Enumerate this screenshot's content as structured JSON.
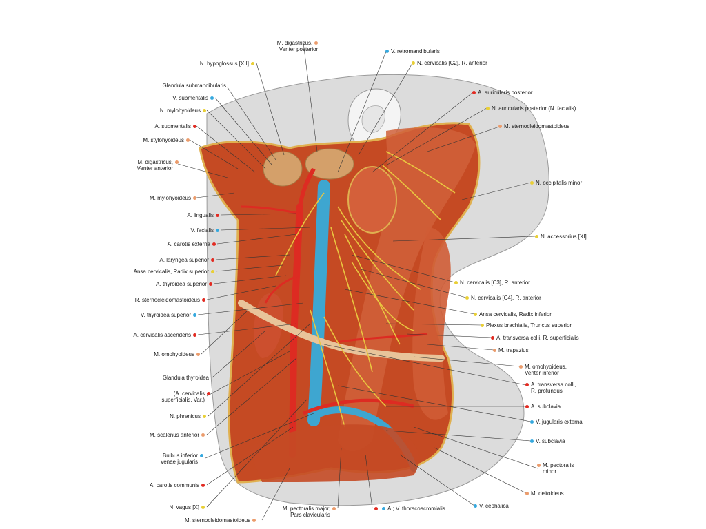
{
  "colors": {
    "artery": "#e22b22",
    "vein": "#35a8de",
    "nerve": "#e9cf35",
    "muscle": "#eb9c6c",
    "muscle_fill": "#c9532a",
    "skin": "#d9d9d9",
    "gland": "#d4a06a"
  },
  "labels_left": [
    {
      "text": "N. hypoglossus [XII]",
      "type": "nerve"
    },
    {
      "text": "Glandula submandibularis",
      "type": "none"
    },
    {
      "text": "V. submentalis",
      "type": "vein"
    },
    {
      "text": "N. mylohyoideus",
      "type": "nerve"
    },
    {
      "text": "A. submentalis",
      "type": "artery"
    },
    {
      "text": "M. stylohyoideus",
      "type": "muscle"
    },
    {
      "text": "M. digastricus,",
      "text2": "Venter anterior",
      "type": "muscle"
    },
    {
      "text": "M. mylohyoideus",
      "type": "muscle"
    },
    {
      "text": "A. lingualis",
      "type": "artery"
    },
    {
      "text": "V. facialis",
      "type": "vein"
    },
    {
      "text": "A. carotis externa",
      "type": "artery"
    },
    {
      "text": "A. laryngea superior",
      "type": "artery"
    },
    {
      "text": "Ansa cervicalis, Radix superior",
      "type": "nerve"
    },
    {
      "text": "A. thyroidea superior",
      "type": "artery"
    },
    {
      "text": "R. sternocleidomastoideus",
      "type": "artery"
    },
    {
      "text": "V. thyroidea superior",
      "type": "vein"
    },
    {
      "text": "A. cervicalis ascendens",
      "type": "artery"
    },
    {
      "text": "M. omohyoideus",
      "type": "muscle"
    },
    {
      "text": "Glandula thyroidea",
      "type": "none"
    },
    {
      "text": "(A. cervicalis",
      "text2": "superficialis, Var.)",
      "type": "artery"
    },
    {
      "text": "N. phrenicus",
      "type": "nerve"
    },
    {
      "text": "M. scalenus anterior",
      "type": "muscle"
    },
    {
      "text": "Bulbus inferior",
      "text2": "venae jugularis",
      "type": "vein"
    },
    {
      "text": "A. carotis communis",
      "type": "artery"
    },
    {
      "text": "N. vagus [X]",
      "type": "nerve"
    }
  ],
  "labels_right": [
    {
      "text": "V. retromandibularis",
      "type": "vein"
    },
    {
      "text": "N. cervicalis [C2], R. anterior",
      "type": "nerve"
    },
    {
      "text": "A. auricularis posterior",
      "type": "artery"
    },
    {
      "text": "N. auricularis posterior (N. facialis)",
      "type": "nerve"
    },
    {
      "text": "M. sternocleidomastoideus",
      "type": "muscle"
    },
    {
      "text": "N. occipitalis minor",
      "type": "nerve"
    },
    {
      "text": "N. accessorius [XI]",
      "type": "nerve"
    },
    {
      "text": "N. cervicalis [C3], R. anterior",
      "type": "nerve"
    },
    {
      "text": "N. cervicalis [C4], R. anterior",
      "type": "nerve"
    },
    {
      "text": "Ansa cervicalis, Radix inferior",
      "type": "nerve"
    },
    {
      "text": "Plexus brachialis, Truncus superior",
      "type": "nerve"
    },
    {
      "text": "A. transversa colli, R. superficialis",
      "type": "artery"
    },
    {
      "text": "M. trapezius",
      "type": "muscle"
    },
    {
      "text": "M. omohyoideus,",
      "text2": "Venter inferior",
      "type": "muscle"
    },
    {
      "text": "A. transversa colli,",
      "text2": "R. profundus",
      "type": "artery"
    },
    {
      "text": "A. subclavia",
      "type": "artery"
    },
    {
      "text": "V. jugularis externa",
      "type": "vein"
    },
    {
      "text": "V. subclavia",
      "type": "vein"
    },
    {
      "text": "M. pectoralis",
      "text2": "minor",
      "type": "muscle"
    },
    {
      "text": "M. deltoideus",
      "type": "muscle"
    },
    {
      "text": "V. cephalica",
      "type": "vein"
    }
  ],
  "labels_top": [
    {
      "text": "M. digastricus,",
      "text2": "Venter posterior",
      "type": "muscle"
    }
  ],
  "labels_bottom": [
    {
      "text": "M. sternocleidomastoideus",
      "type": "muscle"
    },
    {
      "text": "M. pectoralis major,",
      "text2": "Pars clavicularis",
      "type": "muscle"
    },
    {
      "text": "A.; V. thoracoacromialis",
      "type": "artery+vein"
    }
  ]
}
